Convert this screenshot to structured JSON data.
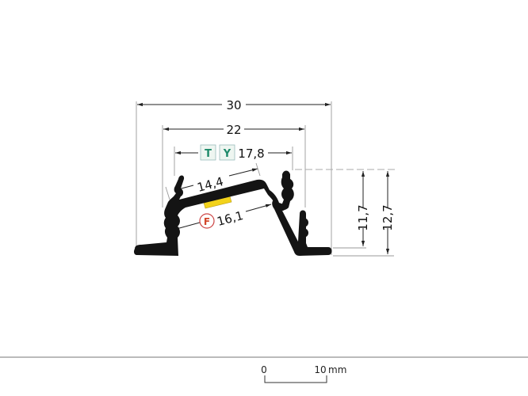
{
  "drawing": {
    "title": "LED aluminium profile cross-section",
    "dimensions": {
      "overall_width": "30",
      "inner_width": "22",
      "led_strip_width": "17,8",
      "diffuser_width": "14,4",
      "strip_seat_width": "16,1",
      "height_inner": "11,7",
      "height_overall": "12,7"
    },
    "badges": {
      "t_label": "T",
      "y_label": "Y",
      "f_label": "F"
    },
    "colors": {
      "profile": "#141414",
      "led_chip": "#f2d21b",
      "diffuser": "#fbf5dc",
      "badge_text": "#1e8a6a",
      "f_badge": "#d2462a"
    }
  },
  "scale_bar": {
    "start_label": "0",
    "end_label": "10",
    "unit": "mm"
  }
}
